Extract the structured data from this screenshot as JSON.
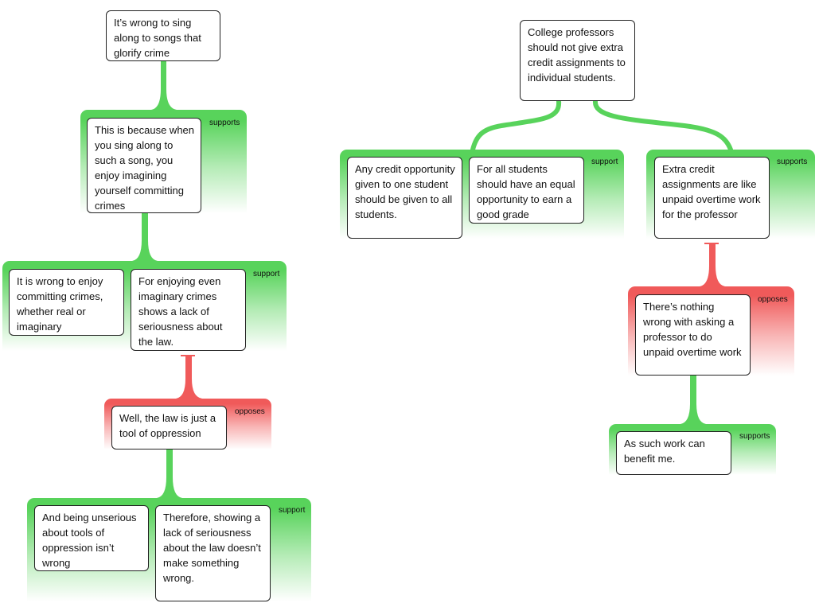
{
  "diagram": {
    "colors": {
      "support": "#58d35b",
      "oppose": "#f05a5a",
      "box_border": "#222222"
    },
    "claims": [
      {
        "id": "c1",
        "text": "It’s wrong to sing along to songs that glorify crime"
      },
      {
        "id": "c2",
        "text": "This is because when you sing along to such a song, you enjoy imagining yourself committing crimes"
      },
      {
        "id": "c3",
        "text": "It is wrong to enjoy committing crimes, whether real or imaginary"
      },
      {
        "id": "c4",
        "text": "For enjoying even imaginary crimes shows a lack of seriousness about the law."
      },
      {
        "id": "c5",
        "text": "Well, the law is just a tool of oppression"
      },
      {
        "id": "c6",
        "text": "And being unserious about tools of oppression isn’t wrong"
      },
      {
        "id": "c7",
        "text": "Therefore, showing a lack of seriousness about the law doesn’t make something wrong."
      },
      {
        "id": "c8",
        "text": "College professors should not give extra credit assignments to individual students."
      },
      {
        "id": "c9",
        "text": "Any credit opportunity given to one student should be given to all students."
      },
      {
        "id": "c10",
        "text": "For all students should have an equal opportunity to earn a good grade"
      },
      {
        "id": "c11",
        "text": "Extra credit assignments are like unpaid overtime work for the professor"
      },
      {
        "id": "c12",
        "text": "There’s nothing wrong with asking a professor to do unpaid overtime work"
      },
      {
        "id": "c13",
        "text": "As such work can benefit me."
      }
    ],
    "relations": [
      {
        "id": "r1",
        "type": "support",
        "label": "supports",
        "from": [
          "c2"
        ],
        "to": "c1"
      },
      {
        "id": "r2",
        "type": "support",
        "label": "support",
        "from": [
          "c3",
          "c4"
        ],
        "to": "c2"
      },
      {
        "id": "r3",
        "type": "oppose",
        "label": "opposes",
        "from": [
          "c5"
        ],
        "to": "c4"
      },
      {
        "id": "r4",
        "type": "support",
        "label": "support",
        "from": [
          "c6",
          "c7"
        ],
        "to": "c5"
      },
      {
        "id": "r5",
        "type": "support",
        "label": "support",
        "from": [
          "c9",
          "c10"
        ],
        "to": "c8"
      },
      {
        "id": "r6",
        "type": "support",
        "label": "supports",
        "from": [
          "c11"
        ],
        "to": "c8"
      },
      {
        "id": "r7",
        "type": "oppose",
        "label": "opposes",
        "from": [
          "c12"
        ],
        "to": "c11"
      },
      {
        "id": "r8",
        "type": "support",
        "label": "supports",
        "from": [
          "c13"
        ],
        "to": "c12"
      }
    ]
  }
}
